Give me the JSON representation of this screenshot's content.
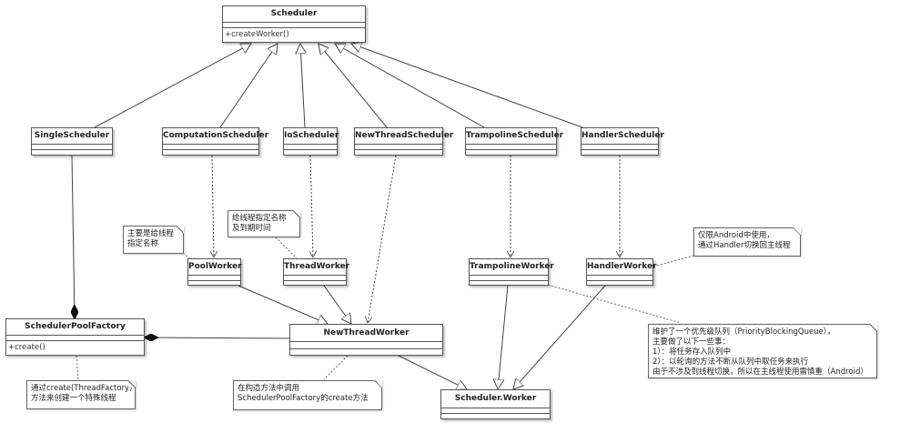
{
  "diagram": {
    "type": "UML class diagram",
    "classes": {
      "scheduler": {
        "name": "Scheduler",
        "methods": [
          "+createWorker()"
        ]
      },
      "single_scheduler": {
        "name": "SingleScheduler"
      },
      "computation_scheduler": {
        "name": "ComputationScheduler"
      },
      "io_scheduler": {
        "name": "IoScheduler"
      },
      "new_thread_scheduler": {
        "name": "NewThreadScheduler"
      },
      "trampoline_scheduler": {
        "name": "TrampolineScheduler"
      },
      "handler_scheduler": {
        "name": "HandlerScheduler"
      },
      "pool_worker": {
        "name": "PoolWorker"
      },
      "thread_worker": {
        "name": "ThreadWorker"
      },
      "trampoline_worker": {
        "name": "TrampolineWorker"
      },
      "handler_worker": {
        "name": "HandlerWorker"
      },
      "scheduler_pool_factory": {
        "name": "SchedulerPoolFactory",
        "methods": [
          "+create()"
        ]
      },
      "new_thread_worker": {
        "name": "NewThreadWorker"
      },
      "scheduler_worker": {
        "name": "Scheduler.Worker"
      }
    },
    "notes": {
      "pool_worker_note": [
        "主要是给线程",
        "指定名称"
      ],
      "thread_worker_note": [
        "给线程指定名称",
        "及到期时间"
      ],
      "handler_worker_note": [
        "仅限Android中使用，",
        "通过Handler切换回主线程"
      ],
      "trampoline_worker_note": [
        "维护了一个优先级队列（PriorityBlockingQueue），",
        "主要做了以下一些事：",
        "1）：将任务存入队列中",
        "2）：以轮询的方法不断从队列中取任务来执行",
        "由于不涉及到线程切换，所以在主线程使用需慎重（Android）"
      ],
      "factory_note": [
        "通过create(ThreadFactory)",
        "方法来创建一个特殊线程"
      ],
      "new_thread_worker_note": [
        "在构造方法中调用",
        "SchedulerPoolFactory的create方法"
      ]
    },
    "relations": [
      {
        "from": "SingleScheduler",
        "to": "Scheduler",
        "kind": "generalization"
      },
      {
        "from": "ComputationScheduler",
        "to": "Scheduler",
        "kind": "generalization"
      },
      {
        "from": "IoScheduler",
        "to": "Scheduler",
        "kind": "generalization"
      },
      {
        "from": "NewThreadScheduler",
        "to": "Scheduler",
        "kind": "generalization"
      },
      {
        "from": "TrampolineScheduler",
        "to": "Scheduler",
        "kind": "generalization"
      },
      {
        "from": "HandlerScheduler",
        "to": "Scheduler",
        "kind": "generalization"
      },
      {
        "from": "ComputationScheduler",
        "to": "PoolWorker",
        "kind": "dependency"
      },
      {
        "from": "IoScheduler",
        "to": "ThreadWorker",
        "kind": "dependency"
      },
      {
        "from": "NewThreadScheduler",
        "to": "NewThreadWorker",
        "kind": "dependency"
      },
      {
        "from": "TrampolineScheduler",
        "to": "TrampolineWorker",
        "kind": "dependency"
      },
      {
        "from": "HandlerScheduler",
        "to": "HandlerWorker",
        "kind": "dependency"
      },
      {
        "from": "PoolWorker",
        "to": "NewThreadWorker",
        "kind": "generalization"
      },
      {
        "from": "ThreadWorker",
        "to": "NewThreadWorker",
        "kind": "generalization"
      },
      {
        "from": "NewThreadWorker",
        "to": "Scheduler.Worker",
        "kind": "generalization"
      },
      {
        "from": "TrampolineWorker",
        "to": "Scheduler.Worker",
        "kind": "generalization"
      },
      {
        "from": "HandlerWorker",
        "to": "Scheduler.Worker",
        "kind": "generalization"
      },
      {
        "from": "SingleScheduler",
        "to": "SchedulerPoolFactory",
        "kind": "composition"
      },
      {
        "from": "NewThreadWorker",
        "to": "SchedulerPoolFactory",
        "kind": "composition"
      }
    ]
  }
}
